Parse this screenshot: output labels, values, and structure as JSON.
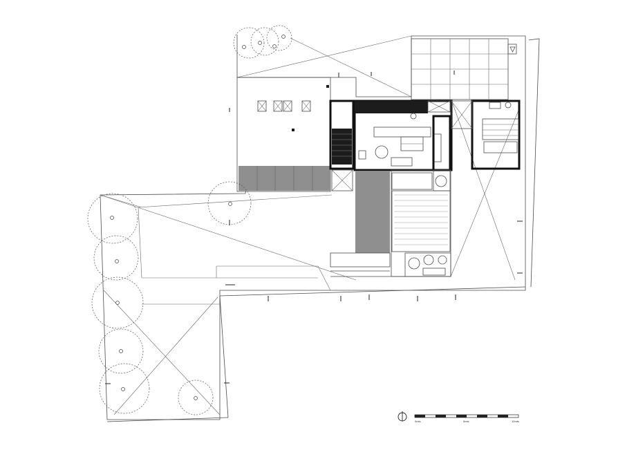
{
  "drawing": {
    "type": "site-plan",
    "colors": {
      "line": "#4a4a4a",
      "wall": "#111111",
      "fill": "#8f8f8f",
      "background": "#ffffff"
    }
  },
  "scale_bar": {
    "labels": [
      "0mts",
      "5mts",
      "10mts"
    ]
  },
  "north_arrow": {
    "icon": "north-arrow-icon"
  }
}
